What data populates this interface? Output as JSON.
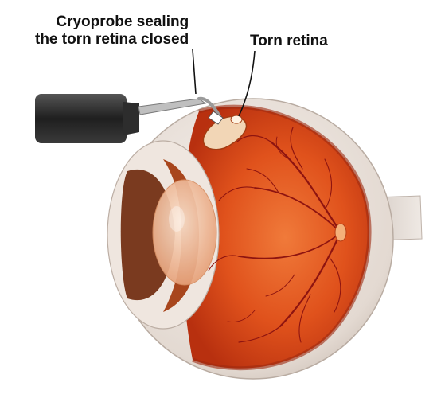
{
  "labels": {
    "cryoprobe_line1": "Cryoprobe sealing",
    "cryoprobe_line2": "the torn retina closed",
    "torn_retina": "Torn retina"
  },
  "colors": {
    "sclera": "#e9e1da",
    "retina_orange": "#e0521c",
    "retina_deep": "#b8300f",
    "vessel": "#8e1410",
    "probe_body": "#2a2a2a",
    "lens": "#f2c8a4",
    "iris": "#7a3a1f"
  }
}
